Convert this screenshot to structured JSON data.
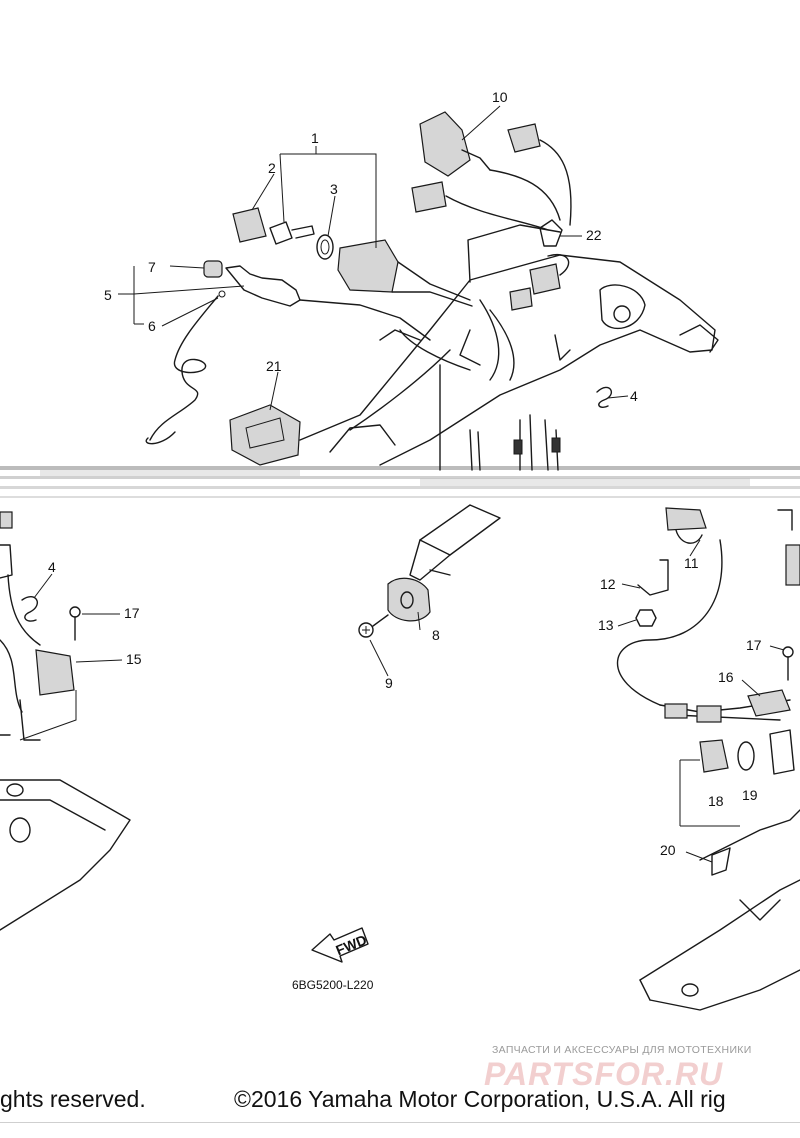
{
  "diagram": {
    "callouts": [
      "1",
      "2",
      "3",
      "4",
      "5",
      "6",
      "7",
      "8",
      "9",
      "10",
      "11",
      "12",
      "13",
      "15",
      "16",
      "17",
      "18",
      "19",
      "20",
      "21",
      "22"
    ],
    "fwd_label": "FWD",
    "fwd_icon": "arrow-left-icon",
    "diagram_code": "6BG5200-L220"
  },
  "watermark": {
    "caption": "ЗАПЧАСТИ И АКСЕССУАРЫ ДЛЯ МОТОТЕХНИКИ",
    "logo": "PARTSFOR.RU"
  },
  "footer": {
    "left_text": "ghts reserved.",
    "right_text": "©2016 Yamaha Motor Corporation, U.S.A. All rig"
  }
}
